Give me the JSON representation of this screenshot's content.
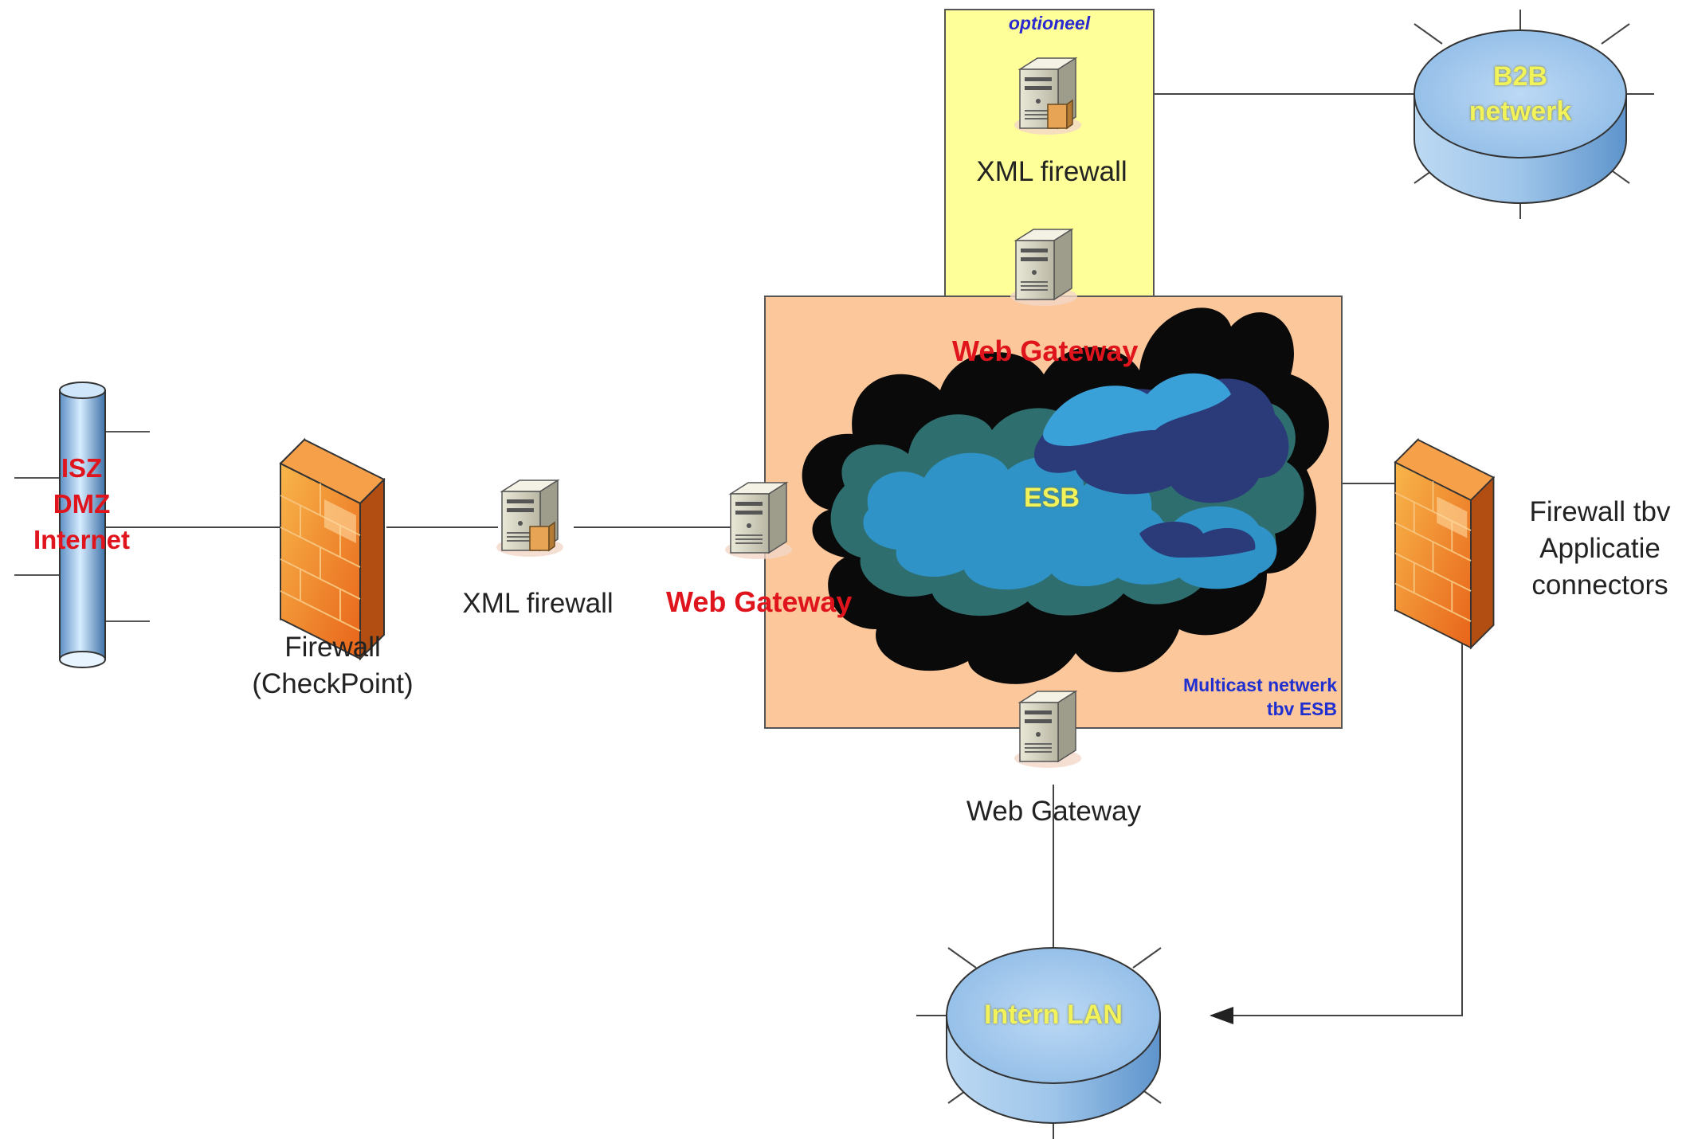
{
  "labels": {
    "isz": "ISZ",
    "dmz": "DMZ",
    "internet": "Internet",
    "firewall_checkpoint_line1": "Firewall",
    "firewall_checkpoint_line2": "(CheckPoint)",
    "xml_firewall_left": "XML firewall",
    "web_gateway_left": "Web Gateway",
    "optioneel": "optioneel",
    "xml_firewall_top": "XML firewall",
    "web_gateway_top": "Web Gateway",
    "b2b_line1": "B2B",
    "b2b_line2": "netwerk",
    "esb": "ESB",
    "multicast_line1": "Multicast netwerk",
    "multicast_line2": "tbv ESB",
    "web_gateway_bottom": "Web Gateway",
    "firewall_app_line1": "Firewall tbv",
    "firewall_app_line2": "Applicatie",
    "firewall_app_line3": "connectors",
    "intern_lan": "Intern LAN"
  },
  "colors": {
    "optional_zone": "#ffff99",
    "esb_zone": "#fcc79b",
    "cloud_dark": "#0a0a0a",
    "cloud_blue": "#2f93c8",
    "cloud_navy": "#2b3a78",
    "cloud_teal": "#2e6e6e",
    "firewall_orange": "#f07a1a",
    "network_blue": "#a8cdf0",
    "label_red": "#e0141c",
    "label_yellow": "#f2f25a"
  },
  "icons": [
    "server-icon",
    "firewall-icon",
    "network-backbone-icon",
    "network-hub-icon",
    "cloud-icon"
  ]
}
